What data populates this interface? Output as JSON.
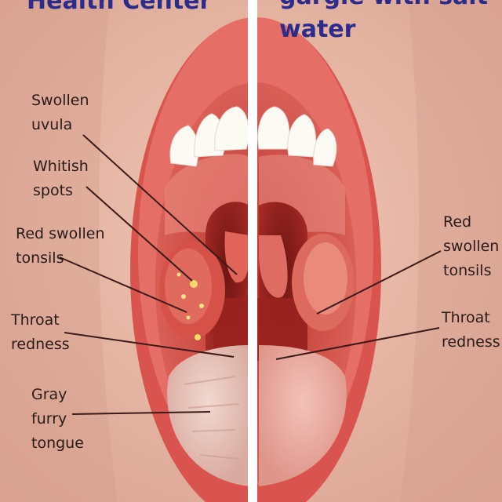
{
  "headers": {
    "left": "Health Center",
    "right_top": "gargle with salt",
    "right_bottom": "water"
  },
  "labels": {
    "left": [
      "Swollen\nuvula",
      "Whitish\nspots",
      "Red swollen\ntonsils",
      "Throat\nredness",
      "Gray\nfurry\ntongue"
    ],
    "right": [
      "Red\nswollen\ntonsils",
      "Throat\nredness"
    ]
  },
  "colors": {
    "skin": "#e6b4a2",
    "lips": "#d9544f",
    "mouth_interior": "#c43a35",
    "throat": "#8e1f1c",
    "tonsil": "#d8584c",
    "teeth": "#fbfbf4",
    "spots": "#f5dc6a",
    "tongue_left": "#e6c6bc",
    "tongue_right": "#eaa9a0",
    "divider": "#ffffff",
    "header_text": "#2c2c8c",
    "label_text": "#2b1a1a",
    "leader_line": "#3b1a18"
  }
}
